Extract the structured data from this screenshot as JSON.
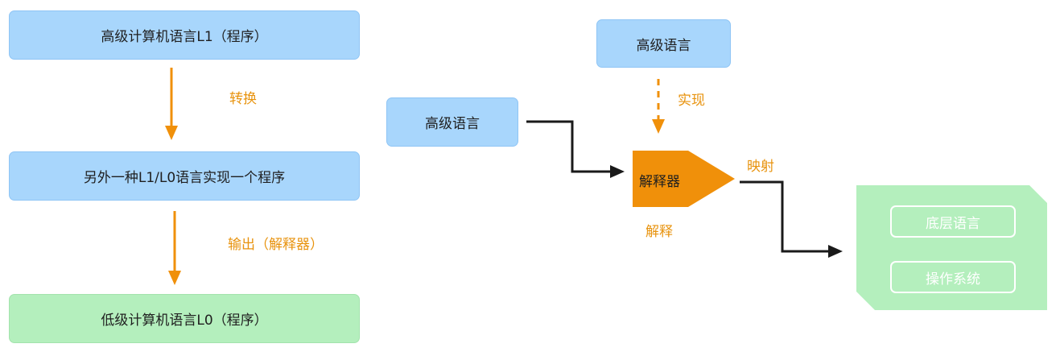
{
  "left_flow": {
    "top_box": "高级计算机语言L1（程序）",
    "convert_label": "转换",
    "middle_box": "另外一种L1/L0语言实现一个程序",
    "output_label": "输出（解释器）",
    "bottom_box": "低级计算机语言L0（程序）"
  },
  "right_flow": {
    "high_level_top": "高级语言",
    "implement_label": "实现",
    "high_level_left": "高级语言",
    "interpreter": "解释器",
    "interpret_label": "解释",
    "mapping_label": "映射",
    "target": {
      "low_level": "底层语言",
      "os": "操作系统"
    }
  },
  "colors": {
    "blue_box": "#a8d6fc",
    "green_box": "#b4efbd",
    "orange": "#f0900a",
    "orange_text": "#e8930e",
    "black_arrow": "#1a1a1a"
  }
}
